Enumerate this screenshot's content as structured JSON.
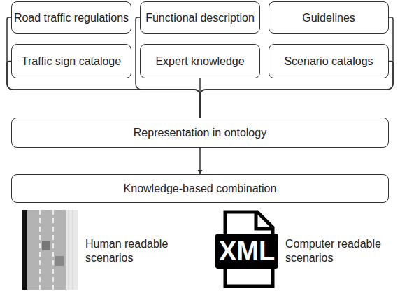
{
  "diagram": {
    "nodes": [
      {
        "text": [
          "Road traffic regulations"
        ]
      },
      {
        "text": [
          "Functional description"
        ]
      },
      {
        "text": [
          "Guidelines"
        ]
      },
      {
        "text": [
          "Traffic sign cataloge"
        ]
      },
      {
        "text": [
          "Expert knowledge"
        ]
      },
      {
        "text": [
          "Scenario catalogs"
        ]
      },
      {
        "text": [
          "Representation in ontology"
        ]
      },
      {
        "text": [
          "Knowledge-based combination"
        ]
      }
    ],
    "edges": [
      {
        "from": 0,
        "to": 6,
        "arrow": "none"
      },
      {
        "from": 1,
        "to": 6,
        "arrow": "none"
      },
      {
        "from": 2,
        "to": 6,
        "arrow": "none"
      },
      {
        "from": 3,
        "to": 6,
        "arrow": "none"
      },
      {
        "from": 4,
        "to": 6,
        "arrow": "none"
      },
      {
        "from": 5,
        "to": 6,
        "arrow": "none"
      },
      {
        "from": 6,
        "to": 7,
        "arrow": "to"
      }
    ],
    "labels": [
      "Human readable scenarios",
      "XML",
      "Computer readable scenarios"
    ]
  }
}
